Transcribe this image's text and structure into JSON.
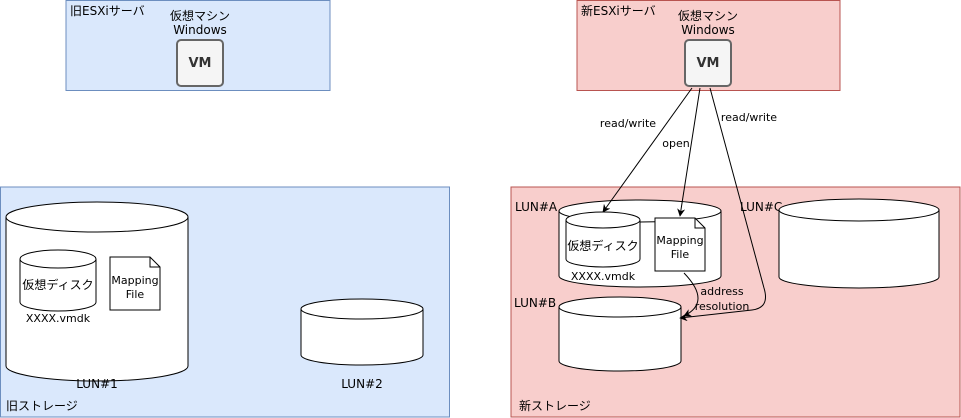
{
  "colors": {
    "old_fill": "#dae8fc",
    "old_stroke": "#6c8ebf",
    "new_fill": "#f8cecc",
    "new_stroke": "#b85450",
    "vm_fill": "#f5f5f5",
    "vm_stroke": "#666666",
    "vm_text": "#333333",
    "line": "#000000",
    "shape_fill": "#ffffff"
  },
  "old_server": {
    "label": "旧ESXiサーバ",
    "vm_title": "仮想マシン",
    "vm_os": "Windows",
    "vm_badge": "VM"
  },
  "new_server": {
    "label": "新ESXiサーバ",
    "vm_title": "仮想マシン",
    "vm_os": "Windows",
    "vm_badge": "VM"
  },
  "old_storage": {
    "label": "旧ストレージ",
    "lun1": {
      "label": "LUN#1",
      "disk_label": "仮想ディスク",
      "vmdk_label": "XXXX.vmdk",
      "mapping_line1": "Mapping",
      "mapping_line2": "File"
    },
    "lun2": {
      "label": "LUN#2"
    }
  },
  "new_storage": {
    "label": "新ストレージ",
    "luna": {
      "label": "LUN#A",
      "disk_label": "仮想ディスク",
      "vmdk_label": "XXXX.vmdk",
      "mapping_line1": "Mapping",
      "mapping_line2": "File"
    },
    "lunb": {
      "label": "LUN#B"
    },
    "lunc": {
      "label": "LUN#C"
    }
  },
  "edges": {
    "read_write_left": "read/write",
    "open": "open",
    "read_write_right": "read/write",
    "address_line1": "address",
    "address_line2": "resolution"
  }
}
